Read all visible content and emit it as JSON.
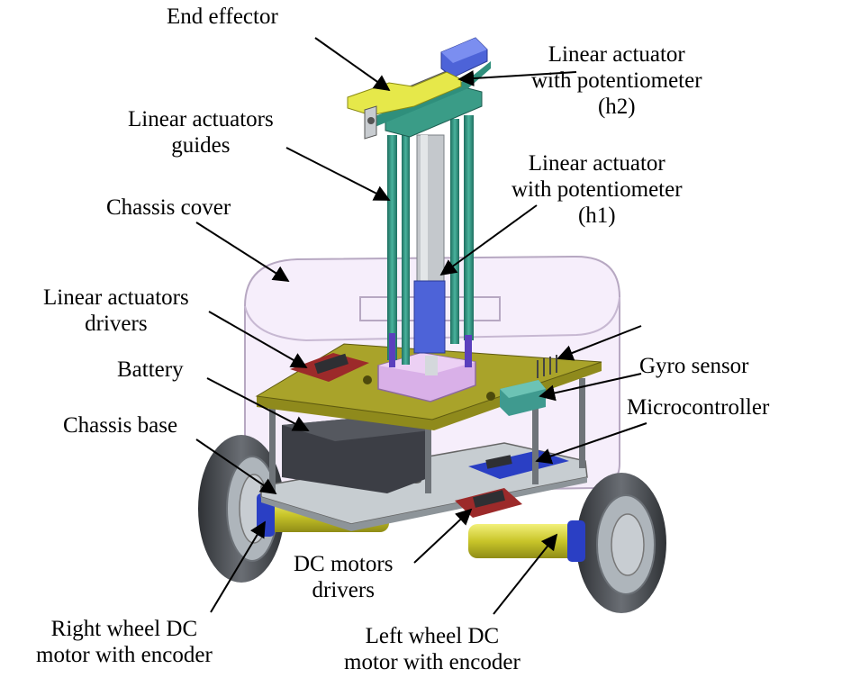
{
  "figure": {
    "labels": {
      "end_effector": "End effector",
      "actuator_h2": [
        "Linear actuator",
        "with potentiometer",
        "(h2)"
      ],
      "actuators_guides": [
        "Linear actuators",
        "guides"
      ],
      "actuator_h1": [
        "Linear actuator",
        "with potentiometer",
        "(h1)"
      ],
      "chassis_cover": "Chassis cover",
      "actuators_drivers": [
        "Linear actuators",
        "drivers"
      ],
      "battery": "Battery",
      "gyro_sensor": "Gyro sensor",
      "microcontroller": "Microcontroller",
      "chassis_base": "Chassis base",
      "dc_drivers": [
        "DC motors",
        "drivers"
      ],
      "right_motor": [
        "Right wheel DC",
        "motor with encoder"
      ],
      "left_motor": [
        "Left wheel DC",
        "motor with encoder"
      ]
    },
    "colors": {
      "cover": "#e6d2f2",
      "plate": "#8f8a1c",
      "base": "#c3c9cc",
      "guides": "#2f8f7c",
      "end_effector": "#e6e84a",
      "actuator_top": "#4a62d6",
      "battery": "#3c3e45",
      "driver_board": "#9c2a2a",
      "gyro": "#3f9a8f",
      "microcontroller": "#2a3fc4",
      "motor": "#d8d63a",
      "wheel_tire": "#4a4d52",
      "wheel_rim": "#a9b1b8",
      "pedestal": "#d9b0e8"
    }
  }
}
